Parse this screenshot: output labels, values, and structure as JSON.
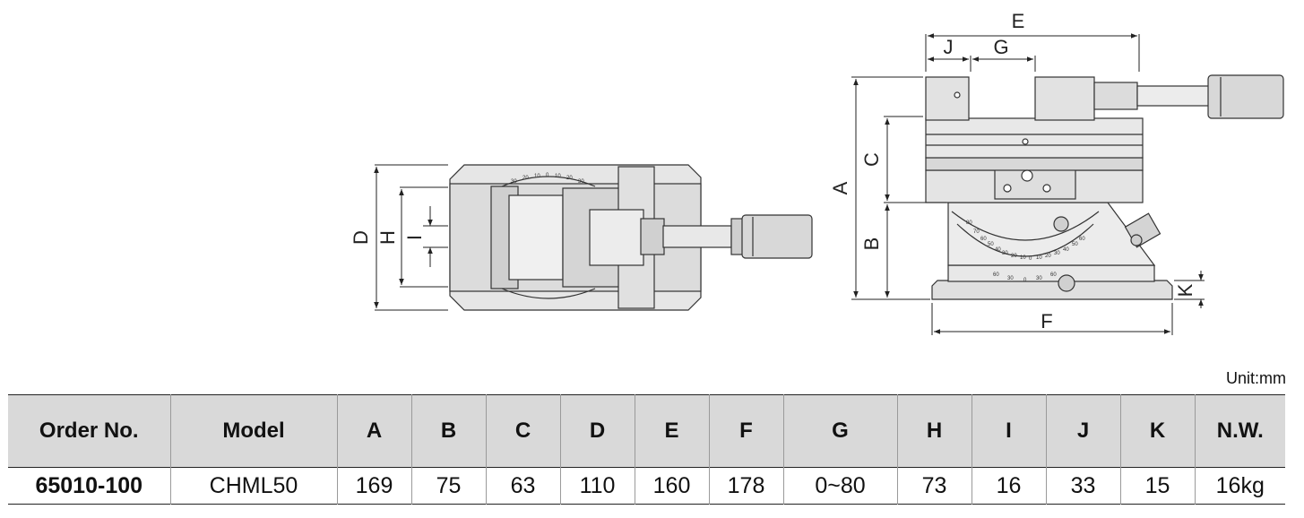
{
  "unit_label": "Unit:mm",
  "dimension_letters": {
    "A": "A",
    "B": "B",
    "C": "C",
    "D": "D",
    "E": "E",
    "F": "F",
    "G": "G",
    "H": "H",
    "I": "I",
    "J": "J",
    "K": "K"
  },
  "headers": [
    "Order No.",
    "Model",
    "A",
    "B",
    "C",
    "D",
    "E",
    "F",
    "G",
    "H",
    "I",
    "J",
    "K",
    "N.W."
  ],
  "row": [
    "65010-100",
    "CHML50",
    "169",
    "75",
    "63",
    "110",
    "160",
    "178",
    "0~80",
    "73",
    "16",
    "33",
    "15",
    "16kg"
  ]
}
